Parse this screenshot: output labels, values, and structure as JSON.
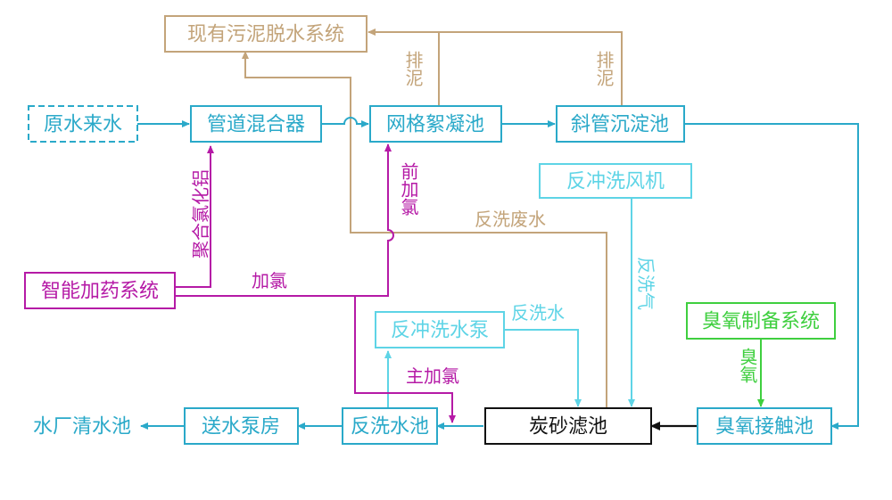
{
  "colors": {
    "teal": "#2aa9c9",
    "light_cyan": "#5ed4e6",
    "tan": "#c3a47a",
    "magenta": "#b51aa6",
    "green": "#3fcf3f",
    "black": "#111111"
  },
  "nodes": {
    "existing_sludge_system": "现有污泥脱水系统",
    "raw_water": "原水来水",
    "pipe_mixer": "管道混合器",
    "mesh_flocculation": "网格絮凝池",
    "inclined_tube_sedimentation": "斜管沉淀池",
    "backwash_blower": "反冲洗风机",
    "smart_dosing": "智能加药系统",
    "backwash_pump": "反冲洗水泵",
    "ozone_generation": "臭氧制备系统",
    "water_plant_clear_well": "水厂清水池",
    "delivery_pump_house": "送水泵房",
    "backwash_tank": "反洗水池",
    "carbon_sand_filter": "炭砂滤池",
    "ozone_contact_tank": "臭氧接触池"
  },
  "labels": {
    "sludge_discharge_1": "排泥",
    "sludge_discharge_2": "排泥",
    "pac": "聚合氯化铝",
    "pre_chlorination": "前加氯",
    "backwash_wastewater": "反洗废水",
    "backwash_air": "反洗气",
    "chlorination": "加氯",
    "backwash_water": "反洗水",
    "main_chlorination": "主加氯",
    "ozone": "臭氧"
  }
}
